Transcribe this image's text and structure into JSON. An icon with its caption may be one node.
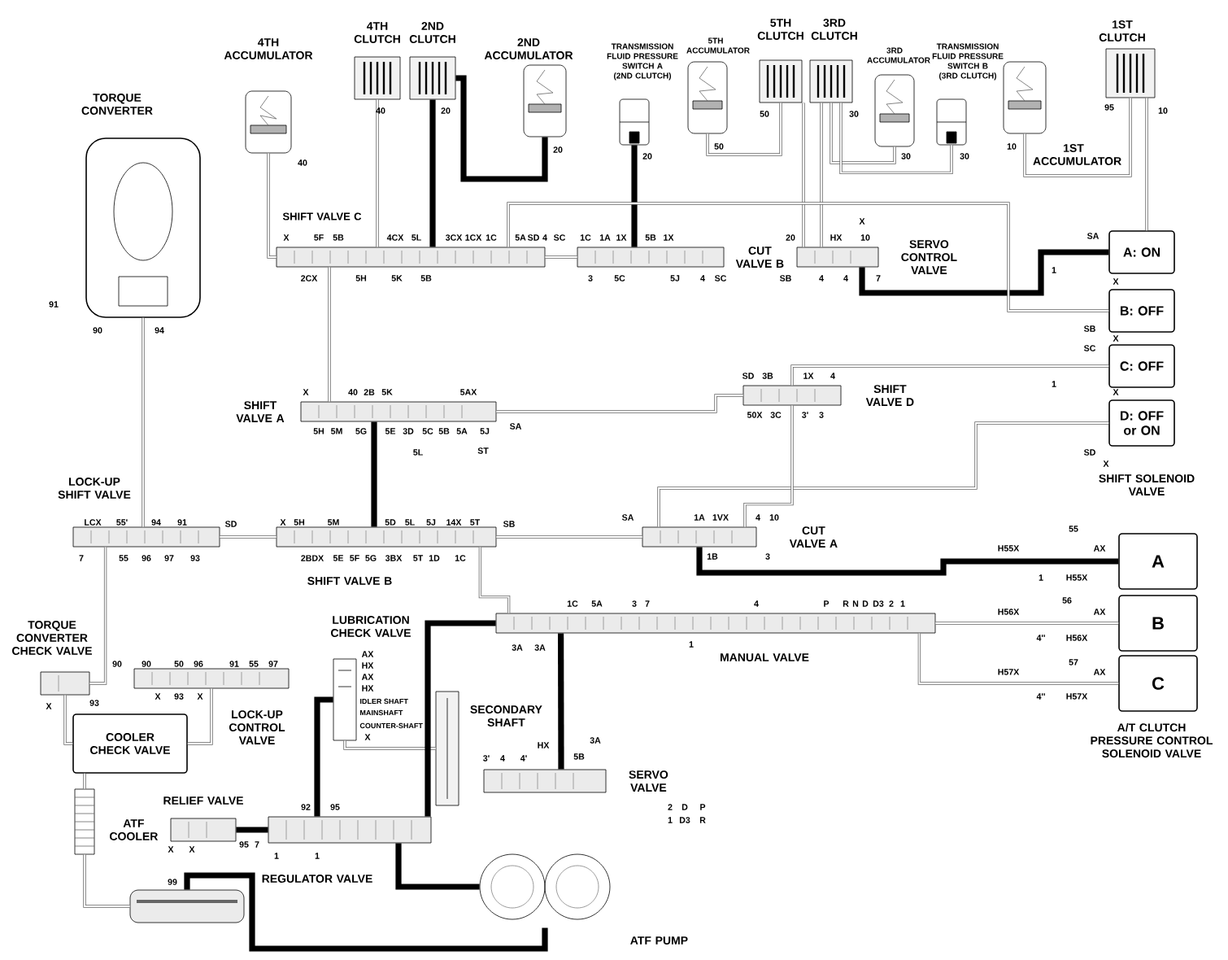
{
  "diagram": {
    "nodes": [
      {
        "text": [
          "TORQUE CONVERTER"
        ]
      },
      {
        "text": [
          "4TH ACCUMULATOR"
        ]
      },
      {
        "text": [
          "4TH CLUTCH"
        ]
      },
      {
        "text": [
          "2ND CLUTCH"
        ]
      },
      {
        "text": [
          "2ND ACCUMULATOR"
        ]
      },
      {
        "text": [
          "TRANSMISSION FLUID PRESSURE SWITCH A (2ND CLUTCH)"
        ]
      },
      {
        "text": [
          "5TH ACCUMULATOR"
        ]
      },
      {
        "text": [
          "5TH CLUTCH"
        ]
      },
      {
        "text": [
          "3RD CLUTCH"
        ]
      },
      {
        "text": [
          "3RD ACCUMULATOR"
        ]
      },
      {
        "text": [
          "TRANSMISSION FLUID PRESSURE SWITCH B (3RD CLUTCH)"
        ]
      },
      {
        "text": [
          "1ST ACCUMULATOR"
        ]
      },
      {
        "text": [
          "1ST CLUTCH"
        ]
      },
      {
        "text": [
          "SHIFT VALVE C"
        ]
      },
      {
        "text": [
          "CUT VALVE B"
        ]
      },
      {
        "text": [
          "SERVO CONTROL VALVE"
        ]
      },
      {
        "text": [
          "A: ON"
        ]
      },
      {
        "text": [
          "B: OFF"
        ]
      },
      {
        "text": [
          "C: OFF"
        ]
      },
      {
        "text": [
          "D: OFF or ON"
        ]
      },
      {
        "text": [
          "SHIFT VALVE A"
        ]
      },
      {
        "text": [
          "SHIFT VALVE D"
        ]
      },
      {
        "text": [
          "LOCK-UP SHIFT VALVE"
        ]
      },
      {
        "text": [
          "SHIFT VALVE B"
        ]
      },
      {
        "text": [
          "CUT VALVE A"
        ]
      },
      {
        "text": [
          "A"
        ]
      },
      {
        "text": [
          "B"
        ]
      },
      {
        "text": [
          "C"
        ]
      },
      {
        "text": [
          "MANUAL VALVE"
        ]
      },
      {
        "text": [
          "TORQUE CONVERTER CHECK VALVE"
        ]
      },
      {
        "text": [
          "LUBRICATION CHECK VALVE"
        ]
      },
      {
        "text": [
          "COOLER CHECK VALVE"
        ]
      },
      {
        "text": [
          "LOCK-UP CONTROL VALVE"
        ]
      },
      {
        "text": [
          "RELIEF VALVE"
        ]
      },
      {
        "text": [
          "ATF COOLER"
        ]
      },
      {
        "text": [
          "SECONDARY SHAFT"
        ]
      },
      {
        "text": [
          "SERVO VALVE"
        ]
      },
      {
        "text": [
          "REGULATOR VALVE"
        ]
      },
      {
        "text": [
          "ATF PUMP"
        ]
      },
      {
        "text": [],
        "shape": "box"
      }
    ],
    "edges": [
      {
        "from": 1,
        "to": 13,
        "arrow": "none"
      },
      {
        "from": 2,
        "to": 13,
        "arrow": "none"
      },
      {
        "from": 3,
        "to": 13,
        "arrow": "none",
        "style": "thick",
        "color": "#000000"
      },
      {
        "from": 4,
        "to": 3,
        "arrow": "none",
        "style": "thick",
        "color": "#000000"
      },
      {
        "from": 5,
        "to": 14,
        "arrow": "none",
        "style": "thick",
        "color": "#000000"
      },
      {
        "from": 6,
        "to": 7,
        "arrow": "none"
      },
      {
        "from": 9,
        "to": 8,
        "arrow": "none"
      },
      {
        "from": 10,
        "to": 8,
        "arrow": "none"
      },
      {
        "from": 11,
        "to": 12,
        "arrow": "none"
      },
      {
        "from": 7,
        "to": 15,
        "arrow": "none"
      },
      {
        "from": 8,
        "to": 15,
        "arrow": "none"
      },
      {
        "from": 12,
        "to": 16,
        "arrow": "none"
      },
      {
        "from": 16,
        "to": 15,
        "arrow": "none",
        "style": "thick",
        "color": "#000000"
      },
      {
        "from": 17,
        "to": 13,
        "arrow": "none"
      },
      {
        "from": 18,
        "to": 21,
        "arrow": "none"
      },
      {
        "from": 19,
        "to": 24,
        "arrow": "none"
      },
      {
        "from": 13,
        "to": 20,
        "arrow": "none"
      },
      {
        "from": 20,
        "to": 23,
        "arrow": "none",
        "style": "thick",
        "color": "#000000"
      },
      {
        "from": 21,
        "to": 24,
        "arrow": "none"
      },
      {
        "from": 22,
        "to": 23,
        "arrow": "none"
      },
      {
        "from": 23,
        "to": 24,
        "arrow": "none"
      },
      {
        "from": 24,
        "to": 25,
        "arrow": "none",
        "style": "thick",
        "color": "#000000"
      },
      {
        "from": 28,
        "to": 26,
        "arrow": "none"
      },
      {
        "from": 28,
        "to": 27,
        "arrow": "none"
      },
      {
        "from": 0,
        "to": 22,
        "arrow": "none"
      },
      {
        "from": 22,
        "to": 29,
        "arrow": "none"
      },
      {
        "from": 29,
        "to": 31,
        "arrow": "none"
      },
      {
        "from": 32,
        "to": 31,
        "arrow": "none"
      },
      {
        "from": 31,
        "to": 34,
        "arrow": "none"
      },
      {
        "from": 34,
        "to": 39,
        "arrow": "none"
      },
      {
        "from": 39,
        "to": 38,
        "arrow": "none",
        "style": "thick",
        "color": "#000000"
      },
      {
        "from": 38,
        "to": 37,
        "arrow": "none",
        "style": "thick",
        "color": "#000000"
      },
      {
        "from": 37,
        "to": 33,
        "arrow": "none",
        "style": "thick",
        "color": "#000000"
      },
      {
        "from": 37,
        "to": 30,
        "arrow": "none",
        "style": "thick",
        "color": "#000000"
      },
      {
        "from": 30,
        "to": 35,
        "arrow": "none"
      },
      {
        "from": 37,
        "to": 28,
        "arrow": "none",
        "style": "thick",
        "color": "#000000"
      },
      {
        "from": 28,
        "to": 36,
        "arrow": "none",
        "style": "thick",
        "color": "#000000"
      },
      {
        "from": 13,
        "to": 14,
        "arrow": "none"
      },
      {
        "from": 20,
        "to": 21,
        "arrow": "none"
      },
      {
        "from": 23,
        "to": 28,
        "arrow": "none"
      }
    ],
    "labels": [
      "40",
      "40",
      "20",
      "20",
      "20",
      "50",
      "50",
      "30",
      "30",
      "30",
      "10",
      "95",
      "10",
      "91",
      "90",
      "94",
      "X",
      "5F",
      "5B",
      "4CX",
      "5L",
      "3CX",
      "1CX",
      "1C",
      "5A",
      "SD",
      "4",
      "SC",
      "2CX",
      "5H",
      "5K",
      "5B",
      "1C",
      "1A",
      "1X",
      "5B",
      "1X",
      "3",
      "5C",
      "5J",
      "4",
      "SC",
      "X",
      "20",
      "HX",
      "10",
      "SB",
      "4",
      "4",
      "7",
      "SA",
      "1",
      "X",
      "SB",
      "X",
      "SC",
      "1",
      "X",
      "SD",
      "X",
      "SHIFT SOLENOID VALVE",
      "X",
      "40",
      "2B",
      "5K",
      "5AX",
      "5H",
      "5M",
      "5G",
      "5E",
      "3D",
      "5C",
      "5B",
      "5A",
      "5J",
      "SA",
      "5L",
      "ST",
      "SD",
      "3B",
      "1X",
      "4",
      "50X",
      "3C",
      "3'",
      "3",
      "LCX",
      "55'",
      "94",
      "91",
      "SD",
      "7",
      "55",
      "96",
      "97",
      "93",
      "X",
      "5H",
      "5M",
      "5D",
      "5L",
      "5J",
      "14X",
      "5T",
      "SB",
      "2BDX",
      "5E",
      "5F",
      "5G",
      "3BX",
      "5T",
      "1D",
      "1C",
      "SA",
      "1A",
      "1VX",
      "4",
      "10",
      "1B",
      "3",
      "55",
      "H55X",
      "AX",
      "1",
      "H55X",
      "56",
      "H56X",
      "AX",
      "4''",
      "H56X",
      "57",
      "H57X",
      "AX",
      "4''",
      "H57X",
      "A/T CLUTCH PRESSURE CONTROL SOLENOID VALVE",
      "1C",
      "5A",
      "3",
      "7",
      "4",
      "P",
      "R",
      "N",
      "D",
      "D3",
      "2",
      "1",
      "1",
      "3A",
      "3A",
      "X",
      "93",
      "90",
      "90",
      "50",
      "96",
      "91",
      "55",
      "97",
      "X",
      "93",
      "X",
      "AX",
      "HX",
      "AX",
      "HX",
      "IDLER SHAFT",
      "MAINSHAFT",
      "COUNTER-SHAFT",
      "X",
      "95",
      "7",
      "X",
      "X",
      "92",
      "95",
      "1",
      "1",
      "99",
      "3'",
      "4",
      "4'",
      "HX",
      "5B",
      "3A",
      "2",
      "1",
      "D",
      "D3",
      "P",
      "R"
    ]
  }
}
